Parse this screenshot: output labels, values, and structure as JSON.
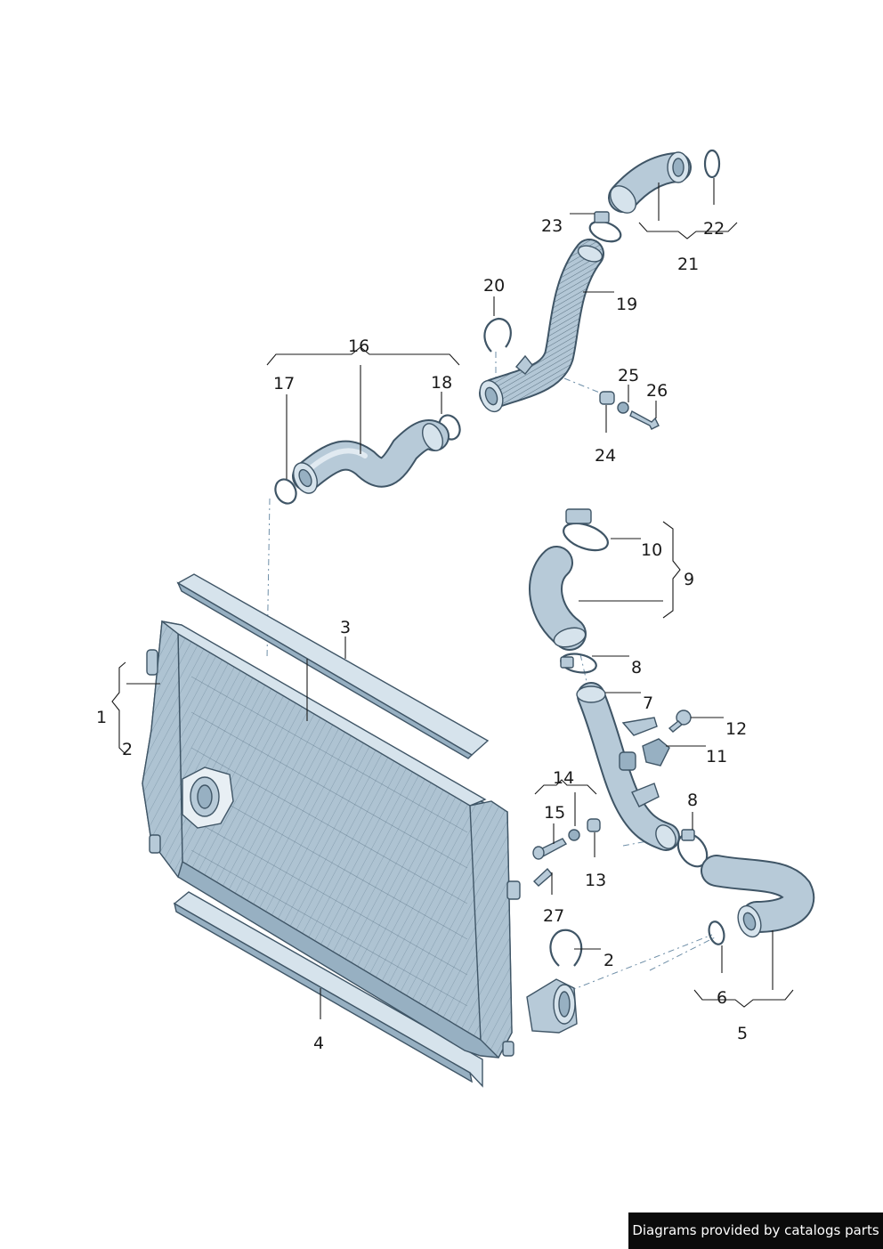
{
  "labels": {
    "p1": "1",
    "p2a": "2",
    "p2b": "2",
    "p3": "3",
    "p4": "4",
    "p5": "5",
    "p6": "6",
    "p7": "7",
    "p8a": "8",
    "p8b": "8",
    "p9": "9",
    "p10": "10",
    "p11": "11",
    "p12": "12",
    "p13": "13",
    "p14": "14",
    "p15": "15",
    "p16": "16",
    "p17": "17",
    "p18": "18",
    "p19": "19",
    "p20": "20",
    "p21": "21",
    "p22": "22",
    "p23": "23",
    "p24": "24",
    "p25": "25",
    "p26": "26",
    "p27": "27"
  },
  "footer": {
    "credit": "Diagrams provided by catalogs parts"
  },
  "colors": {
    "part_fill": "#b7cad8",
    "outline": "#3f5566",
    "credit_bg": "#0b0b0b"
  }
}
